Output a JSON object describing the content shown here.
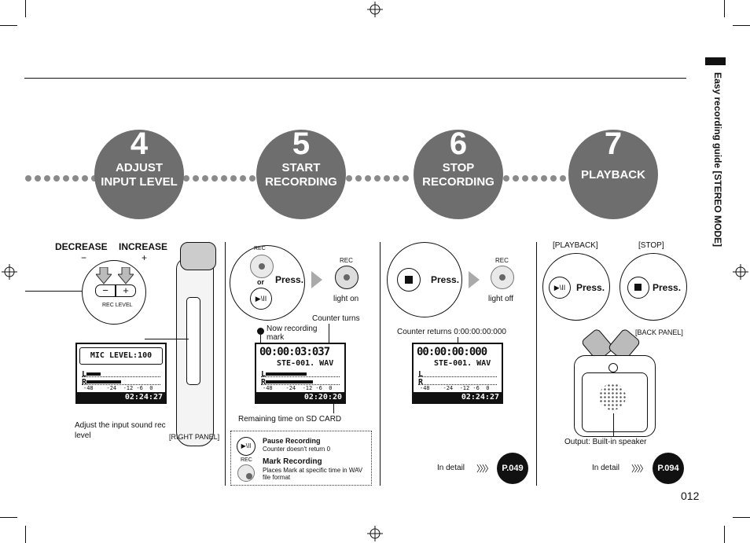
{
  "sidebar": {
    "title": "Easy recording guide [STEREO MODE]"
  },
  "page_number": "012",
  "steps": [
    {
      "num": "4",
      "line1": "ADJUST",
      "line2": "INPUT LEVEL"
    },
    {
      "num": "5",
      "line1": "START",
      "line2": "RECORDING"
    },
    {
      "num": "6",
      "line1": "STOP",
      "line2": "RECORDING"
    },
    {
      "num": "7",
      "line1": "PLAYBACK",
      "line2": ""
    }
  ],
  "col1": {
    "decrease": "DECREASE",
    "increase": "INCREASE",
    "minus": "−",
    "plus": "+",
    "rec_level": "REC LEVEL",
    "lcd_line": "MIC LEVEL:100",
    "lcd_L": "L",
    "lcd_R": "R",
    "lcd_scale": "-48    -24  -12 -6  0",
    "lcd_time": "02:24:27",
    "caption": "Adjust the input sound rec level",
    "panel": "[RIGHT PANEL]"
  },
  "col2": {
    "rec": "REC",
    "or": "or",
    "press": "Press.",
    "light_on": "light on",
    "now_recording": "Now recording mark",
    "counter_turns": "Counter turns",
    "counter": "00:00:03:037",
    "file": "STE-001. WAV",
    "remaining": "02:20:20",
    "remaining_caption": "Remaining time on SD CARD",
    "pause_title": "Pause Recording",
    "pause_text": "Counter doesn't return 0",
    "mark_title": "Mark Recording",
    "mark_text": "Places Mark at specific time in WAV file format"
  },
  "col3": {
    "press": "Press.",
    "rec": "REC",
    "light_off": "light off",
    "counter_returns": "Counter returns 0:00:00:00:000",
    "counter": "00:00:00:000",
    "file": "STE-001. WAV",
    "remaining": "02:24:27",
    "in_detail": "In detail",
    "ref": "P.049"
  },
  "col4": {
    "playback": "[PLAYBACK]",
    "stop": "[STOP]",
    "press": "Press.",
    "back_panel": "[BACK PANEL]",
    "output": "Output: Built-in speaker",
    "in_detail": "In detail",
    "ref": "P.094"
  }
}
